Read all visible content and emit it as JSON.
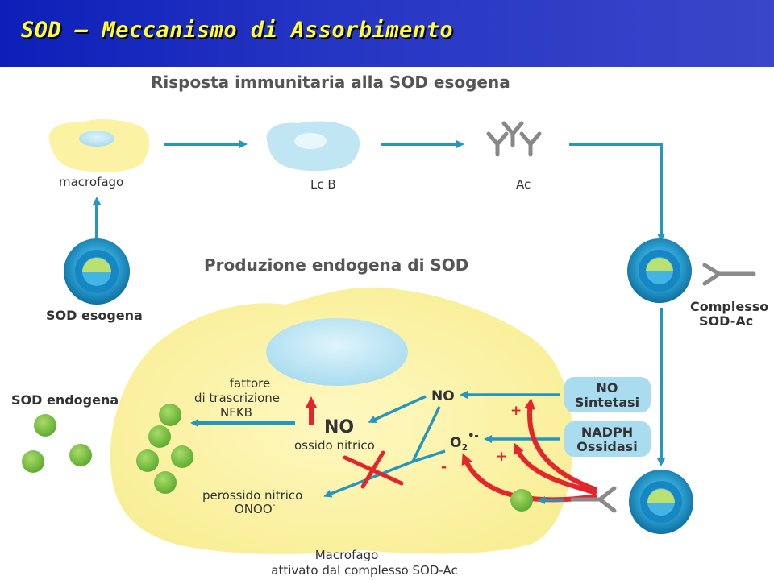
{
  "header": {
    "title": "SOD – Meccanismo di Assorbimento"
  },
  "colors": {
    "header_bg": "#1a28bf",
    "title_text": "#ffff33",
    "arrow_blue": "#2596be",
    "arrow_red": "#e3262b",
    "cell_yellow": "#fbf3a3",
    "nucleus_blue": "#bfe6f2",
    "enzyme_box": "#a9dcef",
    "green_dot": "#7fc241"
  },
  "section_immune": {
    "heading": "Risposta immunitaria alla SOD esogena",
    "macrophage_label": "macrofago",
    "lcb_label": "Lc B",
    "ac_label": "Ac",
    "sod_exogenous_label": "SOD esogena",
    "complex_label_line1": "Complesso",
    "complex_label_line2": "SOD-Ac"
  },
  "section_endogenous": {
    "heading": "Produzione endogena di SOD",
    "sod_endogenous_label": "SOD endogena",
    "factor_line1": "fattore",
    "factor_line2": "di trascrizione",
    "factor_line3": "NFKB",
    "no_big": "NO",
    "no_sub": "ossido nitrico",
    "no_small": "NO",
    "o2_base": "O",
    "o2_sub": "2",
    "o2_sup": "•-",
    "perox_line1": "perossido nitrico",
    "perox_base": "ONOO",
    "perox_sup": "-",
    "no_synthase_line1": "NO",
    "no_synthase_line2": "Sintetasi",
    "nadph_line1": "NADPH",
    "nadph_line2": "Ossidasi",
    "plus_1": "+",
    "plus_2": "+",
    "minus": "-",
    "macrofago_line1": "Macrofago",
    "macrofago_line2": "attivato dal complesso SOD-Ac"
  }
}
